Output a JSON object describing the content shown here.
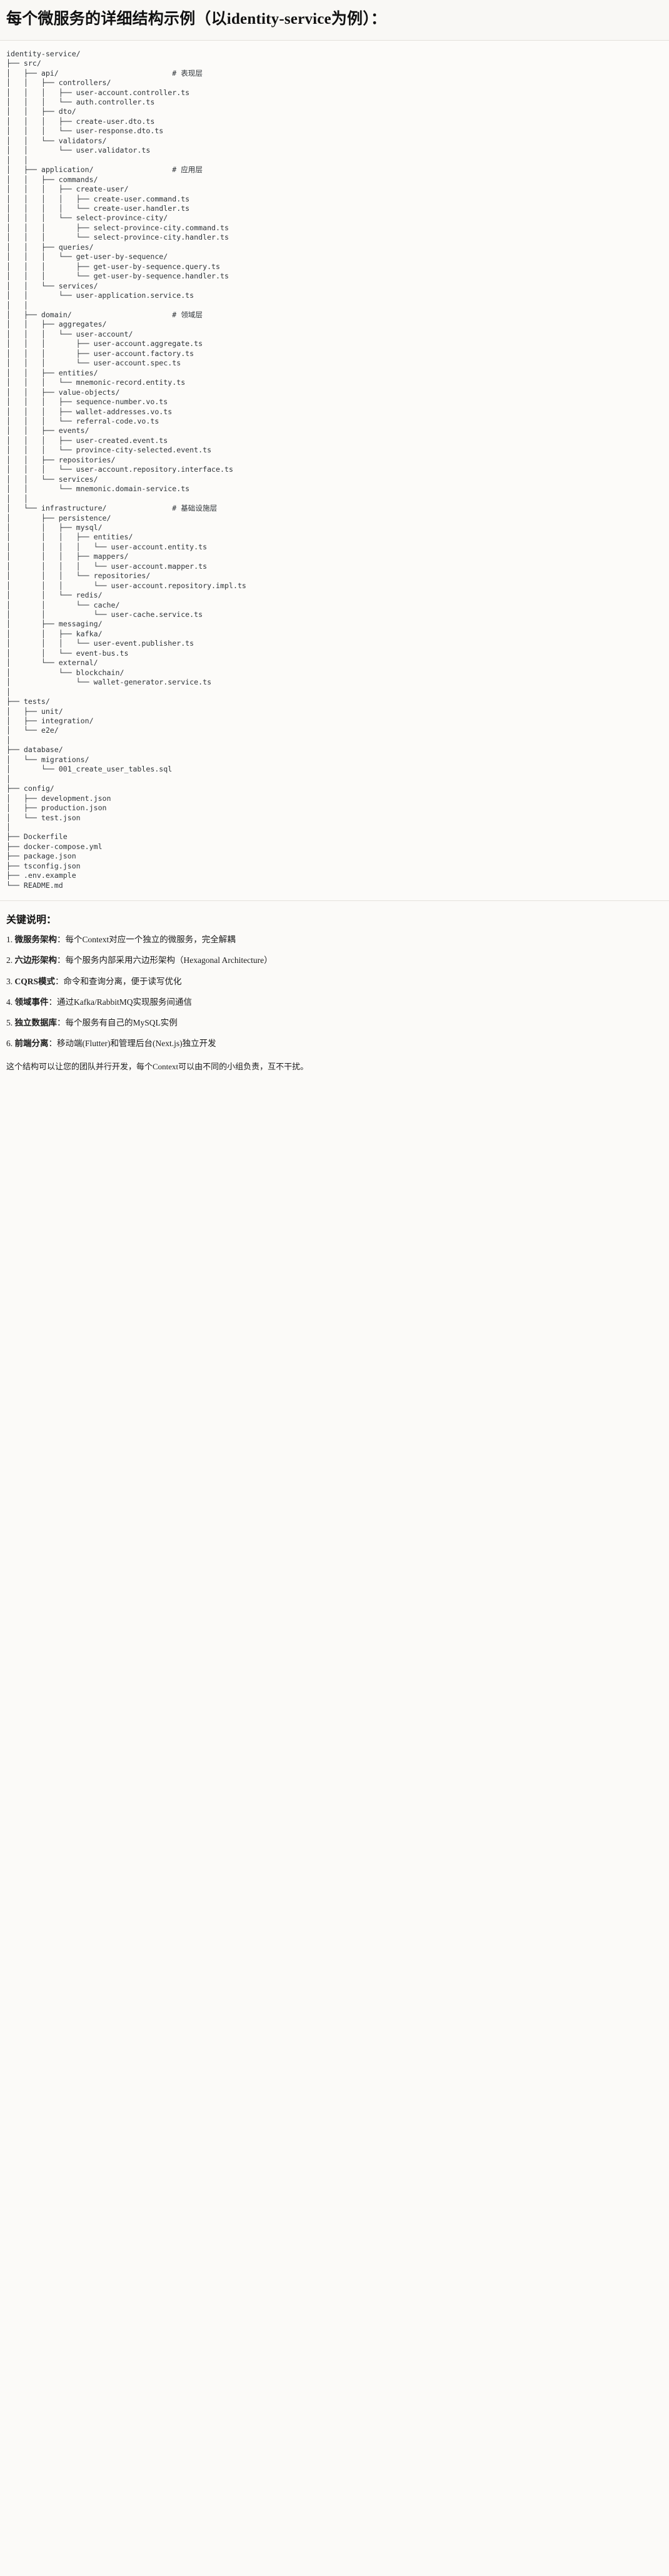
{
  "header": {
    "title": "每个微服务的详细结构示例（以identity-service为例）："
  },
  "tree": {
    "root": "identity-service/",
    "text": "identity-service/\n├── src/\n│   ├── api/                          # 表现层\n│   │   ├── controllers/\n│   │   │   ├── user-account.controller.ts\n│   │   │   └── auth.controller.ts\n│   │   ├── dto/\n│   │   │   ├── create-user.dto.ts\n│   │   │   └── user-response.dto.ts\n│   │   └── validators/\n│   │       └── user.validator.ts\n│   │\n│   ├── application/                  # 应用层\n│   │   ├── commands/\n│   │   │   ├── create-user/\n│   │   │   │   ├── create-user.command.ts\n│   │   │   │   └── create-user.handler.ts\n│   │   │   └── select-province-city/\n│   │   │       ├── select-province-city.command.ts\n│   │   │       └── select-province-city.handler.ts\n│   │   ├── queries/\n│   │   │   └── get-user-by-sequence/\n│   │   │       ├── get-user-by-sequence.query.ts\n│   │   │       └── get-user-by-sequence.handler.ts\n│   │   └── services/\n│   │       └── user-application.service.ts\n│   │\n│   ├── domain/                       # 领域层\n│   │   ├── aggregates/\n│   │   │   └── user-account/\n│   │   │       ├── user-account.aggregate.ts\n│   │   │       ├── user-account.factory.ts\n│   │   │       └── user-account.spec.ts\n│   │   ├── entities/\n│   │   │   └── mnemonic-record.entity.ts\n│   │   ├── value-objects/\n│   │   │   ├── sequence-number.vo.ts\n│   │   │   ├── wallet-addresses.vo.ts\n│   │   │   └── referral-code.vo.ts\n│   │   ├── events/\n│   │   │   ├── user-created.event.ts\n│   │   │   └── province-city-selected.event.ts\n│   │   ├── repositories/\n│   │   │   └── user-account.repository.interface.ts\n│   │   └── services/\n│   │       └── mnemonic.domain-service.ts\n│   │\n│   └── infrastructure/               # 基础设施层\n│       ├── persistence/\n│       │   ├── mysql/\n│       │   │   ├── entities/\n│       │   │   │   └── user-account.entity.ts\n│       │   │   ├── mappers/\n│       │   │   │   └── user-account.mapper.ts\n│       │   │   └── repositories/\n│       │   │       └── user-account.repository.impl.ts\n│       │   └── redis/\n│       │       └── cache/\n│       │           └── user-cache.service.ts\n│       ├── messaging/\n│       │   ├── kafka/\n│       │   │   └── user-event.publisher.ts\n│       │   └── event-bus.ts\n│       └── external/\n│           └── blockchain/\n│               └── wallet-generator.service.ts\n│\n├── tests/\n│   ├── unit/\n│   ├── integration/\n│   └── e2e/\n│\n├── database/\n│   └── migrations/\n│       └── 001_create_user_tables.sql\n│\n├── config/\n│   ├── development.json\n│   ├── production.json\n│   └── test.json\n│\n├── Dockerfile\n├── docker-compose.yml\n├── package.json\n├── tsconfig.json\n├── .env.example\n└── README.md",
    "layer_comments": [
      "# 表现层",
      "# 应用层",
      "# 领域层",
      "# 基础设施层"
    ]
  },
  "notes": {
    "heading": "关键说明：",
    "items": [
      {
        "term": "微服务架构",
        "desc": "：每个Context对应一个独立的微服务，完全解耦"
      },
      {
        "term": "六边形架构",
        "desc": "：每个服务内部采用六边形架构（Hexagonal Architecture）"
      },
      {
        "term": "CQRS模式",
        "desc": "：命令和查询分离，便于读写优化"
      },
      {
        "term": "领域事件",
        "desc": "：通过Kafka/RabbitMQ实现服务间通信"
      },
      {
        "term": "独立数据库",
        "desc": "：每个服务有自己的MySQL实例"
      },
      {
        "term": "前端分离",
        "desc": "：移动端(Flutter)和管理后台(Next.js)独立开发"
      }
    ],
    "closing": "这个结构可以让您的团队并行开发，每个Context可以由不同的小组负责，互不干扰。"
  },
  "colors": {
    "page_bg": "#fbfaf8",
    "header_bg": "#f9f8f5",
    "rule": "#e3e1dc",
    "code_text": "#2e3338",
    "body_text": "#1b1b1b"
  }
}
